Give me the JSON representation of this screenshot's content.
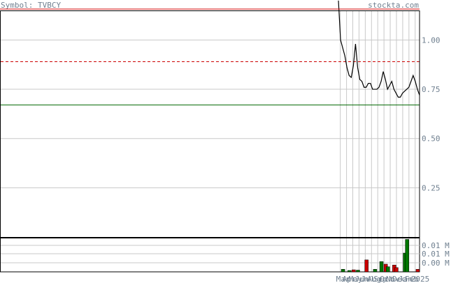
{
  "header": {
    "symbol_text": "Symbol: TVBCY",
    "brand_text": "stockta.com"
  },
  "colors": {
    "price_line": "#000000",
    "red_reference": "#cc0000",
    "green_reference": "#006600",
    "grid": "#c8c8c8",
    "axis_text": "#708090",
    "volume_up": "#007700",
    "volume_down": "#cc0000",
    "border": "#000000"
  },
  "chart_data": [
    {
      "type": "line",
      "panel": "price",
      "y_ticks": [
        "1.00",
        "0.75",
        "0.50",
        "0.25"
      ],
      "ylim": [
        0.0,
        1.15
      ],
      "grid": true,
      "reference_lines": [
        {
          "value": 0.89,
          "style": "dashed",
          "color_key": "red_reference"
        },
        {
          "value": 0.67,
          "style": "solid",
          "color_key": "green_reference"
        }
      ],
      "series": [
        {
          "points": [
            [
              0,
              1.2
            ],
            [
              1,
              1.0
            ],
            [
              2,
              0.96
            ],
            [
              3,
              0.92
            ],
            [
              4,
              0.86
            ],
            [
              5,
              0.82
            ],
            [
              6,
              0.81
            ],
            [
              7,
              0.87
            ],
            [
              8,
              0.98
            ],
            [
              9,
              0.86
            ],
            [
              10,
              0.8
            ],
            [
              11,
              0.79
            ],
            [
              12,
              0.76
            ],
            [
              13,
              0.76
            ],
            [
              14,
              0.78
            ],
            [
              15,
              0.78
            ],
            [
              16,
              0.75
            ],
            [
              17,
              0.75
            ],
            [
              18,
              0.75
            ],
            [
              19,
              0.76
            ],
            [
              20,
              0.79
            ],
            [
              21,
              0.84
            ],
            [
              22,
              0.8
            ],
            [
              23,
              0.75
            ],
            [
              24,
              0.77
            ],
            [
              25,
              0.79
            ],
            [
              26,
              0.75
            ],
            [
              27,
              0.73
            ],
            [
              28,
              0.71
            ],
            [
              29,
              0.71
            ],
            [
              30,
              0.73
            ],
            [
              31,
              0.74
            ],
            [
              32,
              0.75
            ],
            [
              33,
              0.76
            ],
            [
              34,
              0.79
            ],
            [
              35,
              0.82
            ],
            [
              36,
              0.79
            ],
            [
              37,
              0.75
            ],
            [
              38,
              0.72
            ]
          ]
        }
      ]
    },
    {
      "type": "bar",
      "panel": "volume",
      "y_ticks": [
        "0.01 M",
        "0.01 M",
        "0.00 M"
      ],
      "ylim": [
        0,
        0.02
      ],
      "x_labels": [
        "Mar",
        "Apr",
        "May",
        "Jun",
        "Jul",
        "Aug",
        "Sep",
        "Oct",
        "Nov",
        "Dec",
        "Jan",
        "Feb",
        "2025"
      ],
      "bars": [
        {
          "x": 2,
          "value": 0.0015,
          "dir": "up"
        },
        {
          "x": 5,
          "value": 0.0008,
          "dir": "up"
        },
        {
          "x": 7,
          "value": 0.0012,
          "dir": "down"
        },
        {
          "x": 9,
          "value": 0.001,
          "dir": "up"
        },
        {
          "x": 13,
          "value": 0.007,
          "dir": "down"
        },
        {
          "x": 17,
          "value": 0.0015,
          "dir": "up"
        },
        {
          "x": 20,
          "value": 0.006,
          "dir": "up"
        },
        {
          "x": 22,
          "value": 0.0045,
          "dir": "down"
        },
        {
          "x": 23,
          "value": 0.003,
          "dir": "up"
        },
        {
          "x": 26,
          "value": 0.004,
          "dir": "down"
        },
        {
          "x": 27,
          "value": 0.0025,
          "dir": "down"
        },
        {
          "x": 31,
          "value": 0.011,
          "dir": "up"
        },
        {
          "x": 32,
          "value": 0.019,
          "dir": "up"
        },
        {
          "x": 37,
          "value": 0.0015,
          "dir": "down"
        }
      ]
    }
  ]
}
